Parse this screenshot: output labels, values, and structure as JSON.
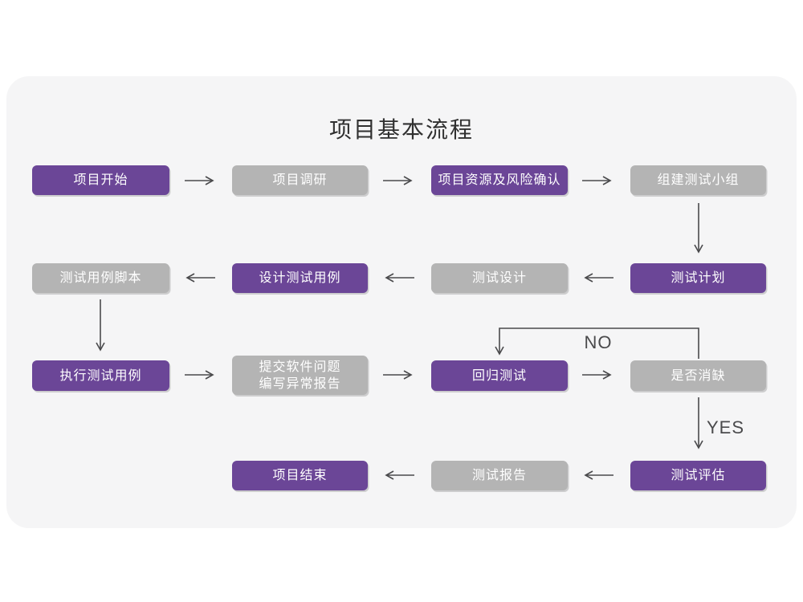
{
  "title": "项目基本流程",
  "colors": {
    "purple": "#6B4697",
    "gray": "#B4B4B4",
    "card_bg": "#F5F5F6",
    "page_bg": "#FFFFFF",
    "arrow": "#4A4A4C",
    "title_text": "#303030",
    "box_text": "#FFFFFF",
    "edge_label_text": "#4A4A4C"
  },
  "nodes": [
    {
      "id": "project-start",
      "label": "项目开始",
      "variant": "purple"
    },
    {
      "id": "project-research",
      "label": "项目调研",
      "variant": "gray"
    },
    {
      "id": "resource-risk-confirmation",
      "label": "项目资源及风险确认",
      "variant": "purple"
    },
    {
      "id": "form-test-team",
      "label": "组建测试小组",
      "variant": "gray"
    },
    {
      "id": "test-case-script",
      "label": "测试用例脚本",
      "variant": "gray"
    },
    {
      "id": "design-test-cases",
      "label": "设计测试用例",
      "variant": "purple"
    },
    {
      "id": "test-design",
      "label": "测试设计",
      "variant": "gray"
    },
    {
      "id": "test-plan",
      "label": "测试计划",
      "variant": "purple"
    },
    {
      "id": "execute-test-cases",
      "label": "执行测试用例",
      "variant": "purple"
    },
    {
      "id": "submit-issues-report",
      "label": "提交软件问题\n编写异常报告",
      "variant": "gray"
    },
    {
      "id": "regression-test",
      "label": "回归测试",
      "variant": "purple"
    },
    {
      "id": "defects-cleared",
      "label": "是否消缺",
      "variant": "gray"
    },
    {
      "id": "project-end",
      "label": "项目结束",
      "variant": "purple"
    },
    {
      "id": "test-report",
      "label": "测试报告",
      "variant": "gray"
    },
    {
      "id": "test-evaluation",
      "label": "测试评估",
      "variant": "purple"
    }
  ],
  "edge_labels": {
    "no": "NO",
    "yes": "YES"
  }
}
